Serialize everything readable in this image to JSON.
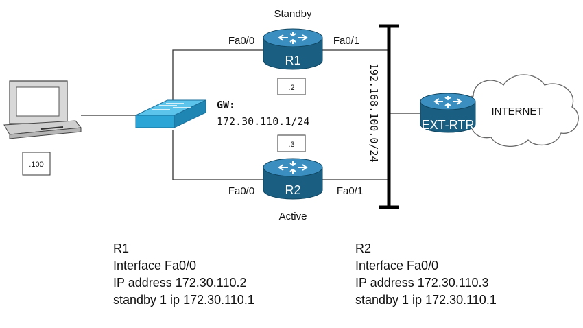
{
  "r1": {
    "name": "R1",
    "role": "Standby",
    "port_left": "Fa0/0",
    "port_right": "Fa0/1",
    "host_id": ".2"
  },
  "r2": {
    "name": "R2",
    "role": "Active",
    "port_left": "Fa0/0",
    "port_right": "Fa0/1",
    "host_id": ".3"
  },
  "pc": {
    "host_id": ".100"
  },
  "switch": {
    "gw_label": "GW:",
    "gw_ip": "172.30.110.1/24"
  },
  "segment": {
    "subnet": "192.168.100.0/24"
  },
  "ext_router": {
    "name": "EXT-RTR"
  },
  "cloud": {
    "label": "INTERNET"
  },
  "config_r1": {
    "title": "R1",
    "interface": "Interface Fa0/0",
    "ip": "IP address 172.30.110.2",
    "standby": "standby 1 ip 172.30.110.1"
  },
  "config_r2": {
    "title": "R2",
    "interface": "Interface Fa0/0",
    "ip": "IP address 172.30.110.3",
    "standby": "standby 1 ip 172.30.110.1"
  },
  "colors": {
    "router": "#1f6e95",
    "switch": "#2aa5d6",
    "link": "#333333",
    "bus": "#000000"
  }
}
